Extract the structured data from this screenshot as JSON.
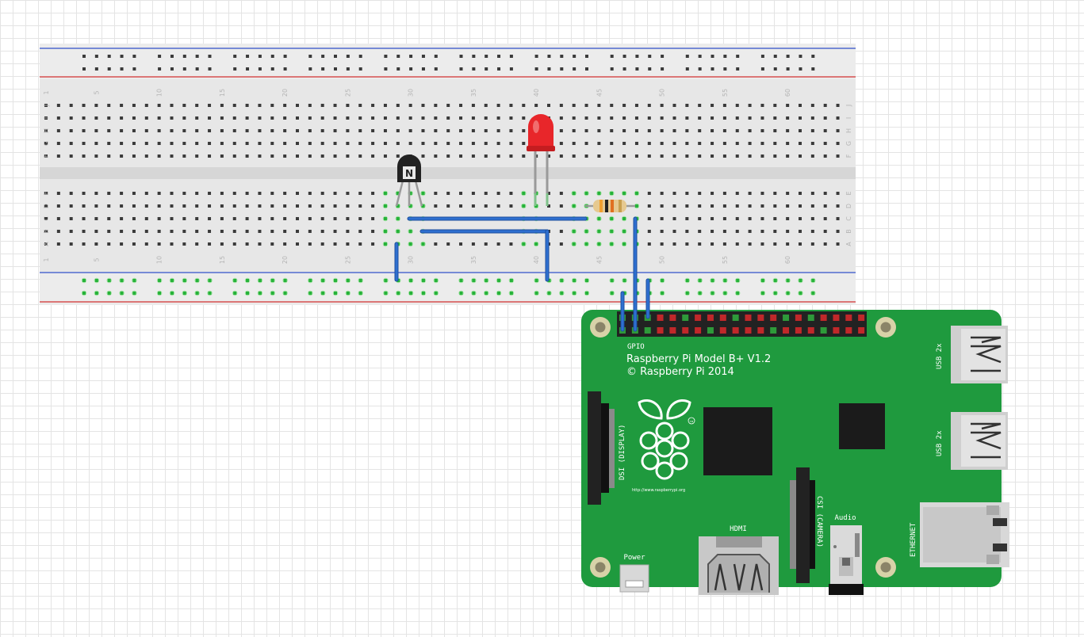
{
  "breadboard": {
    "column_numbers": [
      "1",
      "5",
      "10",
      "15",
      "20",
      "25",
      "30",
      "35",
      "40",
      "45",
      "50",
      "55",
      "60"
    ],
    "row_letters_top": [
      "J",
      "I",
      "H",
      "G",
      "F"
    ],
    "row_letters_bottom": [
      "E",
      "D",
      "C",
      "B",
      "A"
    ]
  },
  "components": {
    "transistor": {
      "marking": "N"
    },
    "led": {
      "color": "#e8262a"
    },
    "resistor": {
      "bands": [
        "#f0a030",
        "#222222",
        "#e07020",
        "#c8a050"
      ]
    }
  },
  "pi": {
    "gpio_label": "GPIO",
    "model_line": "Raspberry Pi Model B+ V1.2",
    "copyright_line": "© Raspberry Pi 2014",
    "url": "http://www.raspberrypi.org",
    "tm": "TM",
    "dsi_label": "DSI (DISPLAY)",
    "csi_label": "CSI (CAMERA)",
    "hdmi_label": "HDMI",
    "audio_label": "Audio",
    "power_label": "Power",
    "usb_labels": [
      "USB 2x",
      "USB 2x"
    ],
    "ethernet_label": "ETHERNET",
    "pin_colors": {
      "red": "#c0282a",
      "green": "#2e9a3a",
      "black": "#111111"
    }
  },
  "colors": {
    "board_green": "#1f9a3e",
    "wire_blue": "#2b66c4",
    "breadboard_bg": "#e7e7e7",
    "rail_red": "#d23030",
    "rail_blue": "#3050c8",
    "hole_green": "#27b23a"
  }
}
